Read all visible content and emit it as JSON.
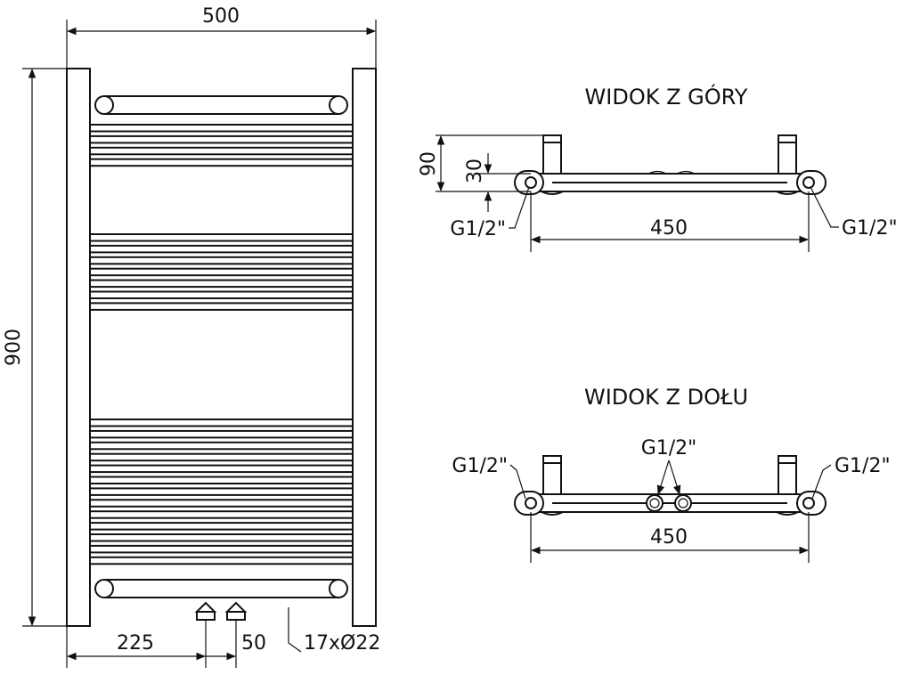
{
  "front": {
    "width_label": "500",
    "height_label": "900",
    "offset_label": "225",
    "spacing_label": "50",
    "tubes_label": "17xØ22",
    "rail_groups": [
      {
        "name": "top",
        "count": 4
      },
      {
        "name": "middle",
        "count": 7
      },
      {
        "name": "bottom",
        "count": 13
      }
    ]
  },
  "top_view": {
    "title": "WIDOK Z GÓRY",
    "depth_label": "90",
    "offset_label": "30",
    "span_label": "450",
    "left_connector": "G1/2\"",
    "right_connector": "G1/2\""
  },
  "bottom_view": {
    "title": "WIDOK Z DOŁU",
    "span_label": "450",
    "left_connector": "G1/2\"",
    "center_connector": "G1/2\"",
    "right_connector": "G1/2\""
  }
}
